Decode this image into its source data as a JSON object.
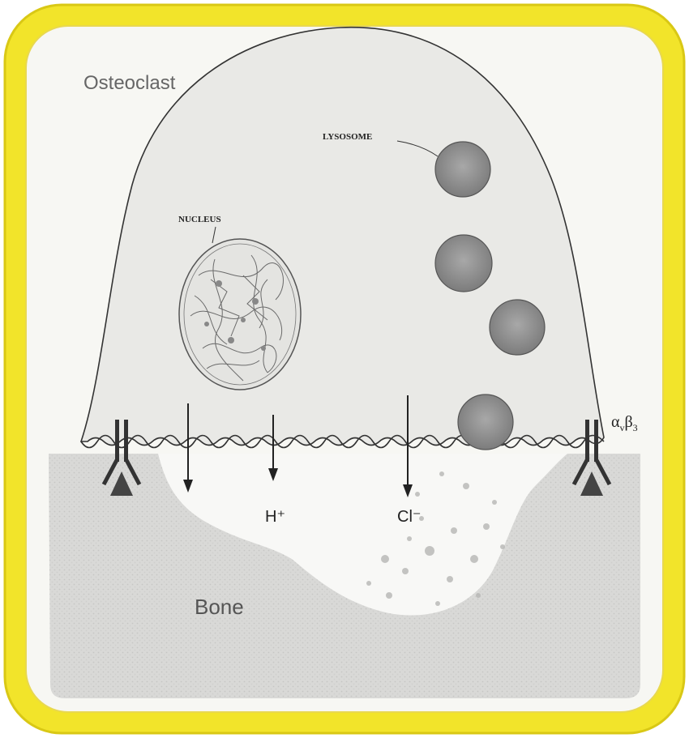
{
  "diagram": {
    "title": "Osteoclast",
    "labels": {
      "nucleus": "NUCLEUS",
      "lysosome": "LYSOSOME",
      "hydrogen_ion": "H⁺",
      "chloride_ion": "Cl⁻",
      "bone": "Bone",
      "integrin_alpha": "α",
      "integrin_alpha_sub": "v",
      "integrin_beta": "β",
      "integrin_beta_sub": "3"
    },
    "colors": {
      "frame_yellow": "#f2e42a",
      "frame_inner": "#f7f7f2",
      "cell_fill": "#e9e9e6",
      "cell_outline": "#333333",
      "lysosome_fill": "#8d8d8d",
      "bone_fill": "#d6d6d4",
      "arrow": "#222222"
    }
  }
}
